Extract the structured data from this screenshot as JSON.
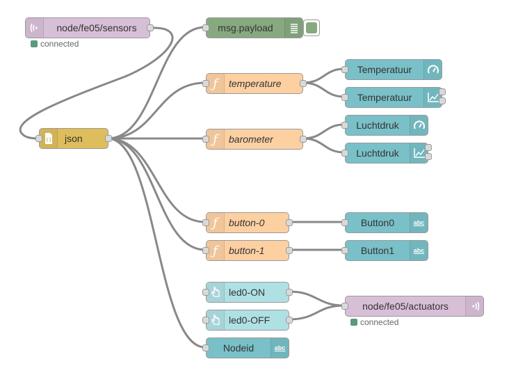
{
  "colors": {
    "mqtt": "#d8bfd8",
    "json": "#debd5c",
    "function": "#fdd0a2",
    "dashboard": "#79c0c8",
    "inject": "#afe0e4",
    "debug": "#87a980"
  },
  "nodes": {
    "mqtt_in": {
      "label": "node/fe05/sensors",
      "status": "connected",
      "icon": "mqtt-wave-icon"
    },
    "json": {
      "label": "json",
      "icon": "json-braces-icon"
    },
    "debug": {
      "label": "msg.payload",
      "icon": "list-lines-icon"
    },
    "fn_temperature": {
      "label": "temperature",
      "icon": "function-icon"
    },
    "fn_barometer": {
      "label": "barometer",
      "icon": "function-icon"
    },
    "fn_button0": {
      "label": "button-0",
      "icon": "function-icon"
    },
    "fn_button1": {
      "label": "button-1",
      "icon": "function-icon"
    },
    "gauge_temp": {
      "label": "Temperatuur",
      "icon": "gauge-icon"
    },
    "chart_temp": {
      "label": "Temperatuur",
      "icon": "chart-icon"
    },
    "gauge_baro": {
      "label": "Luchtdruk",
      "icon": "gauge-icon"
    },
    "chart_baro": {
      "label": "Luchtdruk",
      "icon": "chart-icon"
    },
    "text_button0": {
      "label": "Button0",
      "icon": "abc-text-icon"
    },
    "text_button1": {
      "label": "Button1",
      "icon": "abc-text-icon"
    },
    "inject_on": {
      "label": "led0-ON",
      "icon": "hand-pointer-icon"
    },
    "inject_off": {
      "label": "led0-OFF",
      "icon": "hand-pointer-icon"
    },
    "mqtt_out": {
      "label": "node/fe05/actuators",
      "status": "connected",
      "icon": "mqtt-wave-icon"
    },
    "text_nodeid": {
      "label": "Nodeid",
      "icon": "abc-text-icon"
    }
  },
  "icon_text": {
    "abc": "abc",
    "json": "{}",
    "function": "ƒ"
  }
}
